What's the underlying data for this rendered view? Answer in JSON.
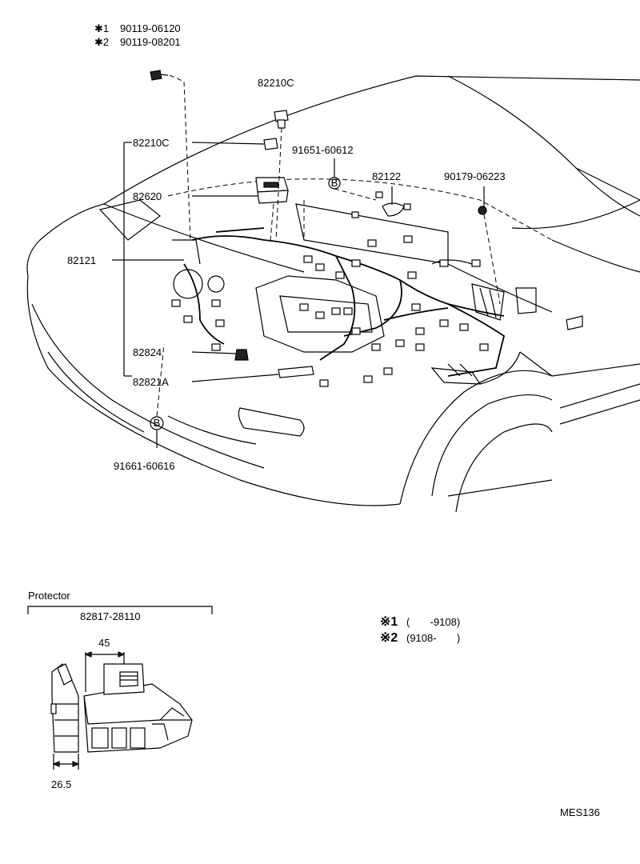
{
  "labels": {
    "note1_part": "90119-06120",
    "note2_part": "90119-08201",
    "p82210c_top": "82210C",
    "p82210c_mid": "82210C",
    "p91651": "91651-60612",
    "p82122": "82122",
    "p90179": "90179-06223",
    "p82620": "82620",
    "p82121": "82121",
    "p82824": "82824",
    "p82821a": "82821A",
    "p91661": "91661-60616",
    "protector_title": "Protector",
    "protector_part": "82817-28110",
    "dim_width": "45",
    "dim_depth": "26.5",
    "code": "MES136",
    "b_marker": "B"
  },
  "notes": {
    "mark1": "※1",
    "mark2": "※2",
    "range1": "(       -9108)",
    "range2": "(9108-       )"
  }
}
